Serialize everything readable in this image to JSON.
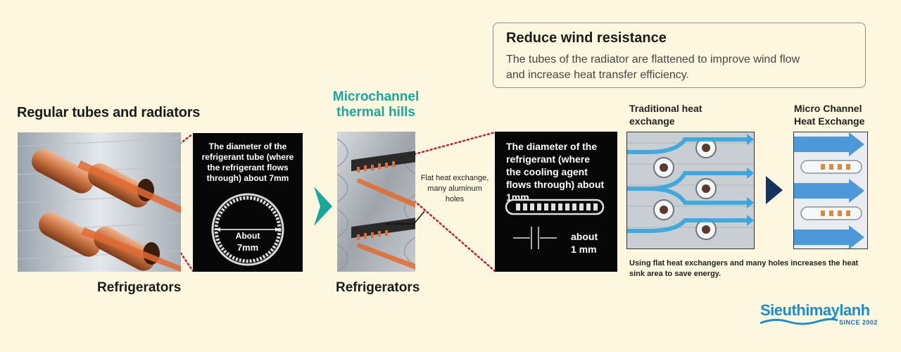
{
  "regular": {
    "title": "Regular tubes and radiators",
    "caption": "Refrigerators",
    "callout_text": "The diameter of the refrigerant tube (where the refrigerant flows through) about 7mm",
    "ring_label_line1": "About",
    "ring_label_line2": "7mm"
  },
  "micro": {
    "title_line1": "Microchannel",
    "title_line2": "thermal hills",
    "caption": "Refrigerators",
    "flat_note": "Flat heat exchange, many aluminum holes",
    "callout_text": "The diameter of the refrigerant (where the cooling agent flows through) about 1mm.",
    "size_line1": "about",
    "size_line2": "1 mm"
  },
  "info": {
    "title": "Reduce wind resistance",
    "body": "The tubes of the radiator are flattened to improve wind flow and increase heat transfer efficiency."
  },
  "comparison": {
    "traditional_title": "Traditional heat exchange",
    "micro_title": "Micro Channel Heat Exchange",
    "caption": "Using flat heat exchangers and many holes increases the heat sink area to save energy."
  },
  "logo": {
    "name": "Sieuthimaylanh",
    "since": "SINCE 2002"
  },
  "colors": {
    "background": "#fcf7de",
    "teal_accent": "#19a79c",
    "dotted_line": "#c8193a",
    "copper": "#c8713f",
    "airflow_blue": "#35a6df"
  }
}
